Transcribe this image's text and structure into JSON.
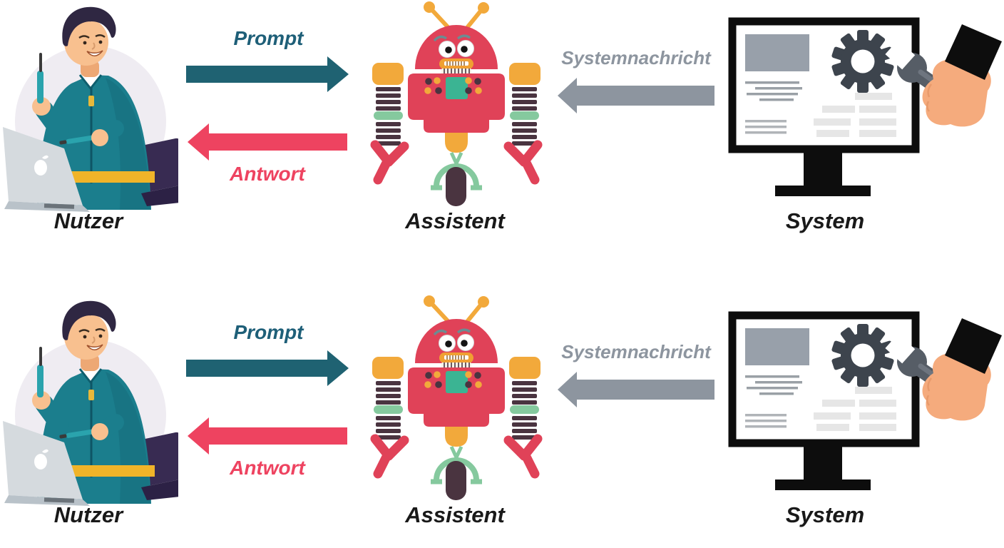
{
  "diagram": {
    "type": "flow-diagram",
    "background_color": "#ffffff",
    "label_text_color": "#191919",
    "rows": [
      {
        "actors": {
          "user": {
            "label": "Nutzer",
            "illustration": "man-with-two-laptops"
          },
          "assistant": {
            "label": "Assistent",
            "illustration": "red-robot"
          },
          "system": {
            "label": "System",
            "illustration": "monitor-gear-wrench-hand"
          }
        },
        "arrows": {
          "prompt": {
            "label": "Prompt",
            "direction": "right",
            "from": "Nutzer",
            "to": "Assistent",
            "color": "#1f6272"
          },
          "answer": {
            "label": "Antwort",
            "direction": "left",
            "from": "Assistent",
            "to": "Nutzer",
            "color": "#ee4360"
          },
          "system_message": {
            "label": "Systemnachricht",
            "direction": "left",
            "from": "System",
            "to": "Assistent",
            "color": "#8d959f"
          }
        }
      },
      {
        "actors": {
          "user": {
            "label": "Nutzer",
            "illustration": "man-with-two-laptops"
          },
          "assistant": {
            "label": "Assistent",
            "illustration": "red-robot"
          },
          "system": {
            "label": "System",
            "illustration": "monitor-gear-wrench-hand"
          }
        },
        "arrows": {
          "prompt": {
            "label": "Prompt",
            "direction": "right",
            "from": "Nutzer",
            "to": "Assistent",
            "color": "#1f6272"
          },
          "answer": {
            "label": "Antwort",
            "direction": "left",
            "from": "Assistent",
            "to": "Nutzer",
            "color": "#ee4360"
          },
          "system_message": {
            "label": "Systemnachricht",
            "direction": "left",
            "from": "System",
            "to": "Assistent",
            "color": "#8d959f"
          }
        }
      }
    ]
  }
}
